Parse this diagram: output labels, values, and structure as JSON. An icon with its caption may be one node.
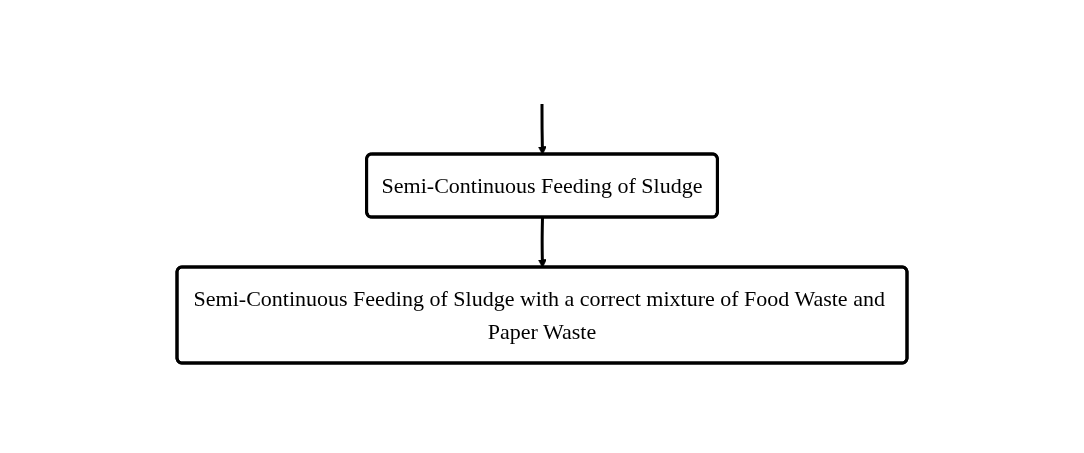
{
  "diagram": {
    "nodes": [
      {
        "text": [
          "Semi-Continuous Feeding of Sludge"
        ]
      },
      {
        "text": [
          "Semi-Continuous Feeding of Sludge with a correct mixture of Food Waste and Paper Waste"
        ]
      }
    ],
    "edges": [
      {
        "from": null,
        "to": 0,
        "arrow": "to"
      },
      {
        "from": 0,
        "to": 1,
        "arrow": "to"
      }
    ]
  }
}
